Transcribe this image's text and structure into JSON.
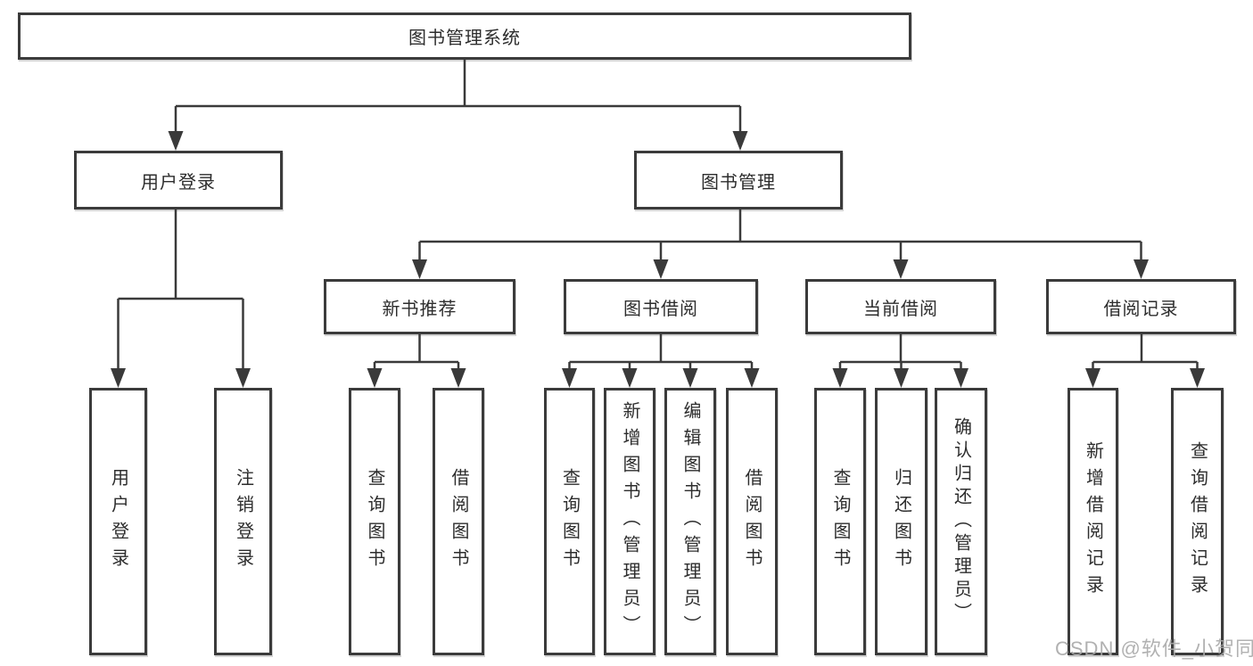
{
  "tree": {
    "root": {
      "label": "图书管理系统"
    },
    "level2": [
      {
        "label": "用户登录",
        "children": [
          {
            "label": "用户登录"
          },
          {
            "label": "注销登录"
          }
        ]
      },
      {
        "label": "图书管理",
        "children": [
          {
            "label": "新书推荐",
            "children": [
              {
                "label": "查询图书"
              },
              {
                "label": "借阅图书"
              }
            ]
          },
          {
            "label": "图书借阅",
            "children": [
              {
                "label": "查询图书"
              },
              {
                "label": "新增图书（管理员）"
              },
              {
                "label": "编辑图书（管理员）"
              },
              {
                "label": "借阅图书"
              }
            ]
          },
          {
            "label": "当前借阅",
            "children": [
              {
                "label": "查询图书"
              },
              {
                "label": "归还图书"
              },
              {
                "label": "确认归还（管理员）"
              }
            ]
          },
          {
            "label": "借阅记录",
            "children": [
              {
                "label": "新增借阅记录"
              },
              {
                "label": "查询借阅记录"
              }
            ]
          }
        ]
      }
    ]
  },
  "watermark": {
    "text": "CSDN @软件_小贺同学"
  },
  "colors": {
    "line": "#3a3a3a",
    "box_border": "#3b3b3b",
    "text": "#2d2d2d",
    "background": "#ffffff",
    "watermark": "#a8a8a8"
  }
}
